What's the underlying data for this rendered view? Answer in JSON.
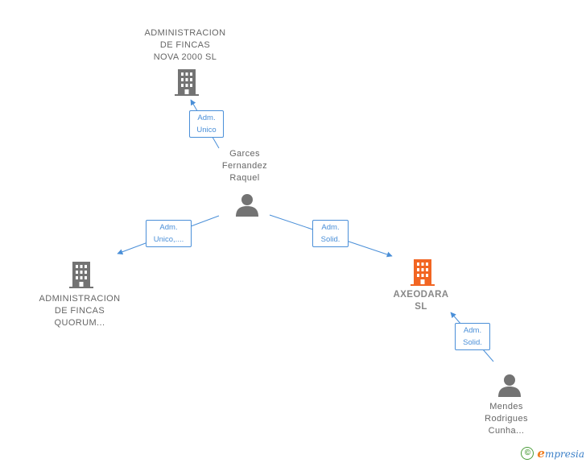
{
  "nodes": {
    "admin_nova": {
      "label": "ADMINISTRACION\nDE FINCAS\nNOVA 2000  SL",
      "type": "company"
    },
    "garces": {
      "label": "Garces\nFernandez\nRaquel",
      "type": "person"
    },
    "admin_quorum": {
      "label": "ADMINISTRACION\nDE FINCAS\nQUORUM...",
      "type": "company"
    },
    "axeodara": {
      "label": "AXEODARA\nSL",
      "type": "company",
      "highlight": true
    },
    "mendes": {
      "label": "Mendes\nRodrigues\nCunha...",
      "type": "person"
    }
  },
  "edges": {
    "garces_to_nova": {
      "label": "Adm.\nUnico"
    },
    "garces_to_quorum": {
      "label": "Adm.\nUnico,...."
    },
    "garces_to_axeodara": {
      "label": "Adm.\nSolid."
    },
    "mendes_to_axeodara": {
      "label": "Adm.\nSolid."
    }
  },
  "brand": {
    "copyright_symbol": "©",
    "initial": "e",
    "name": "mpresia"
  },
  "colors": {
    "company_icon": "#737373",
    "highlight_icon": "#f26522",
    "person_icon": "#737373",
    "edge": "#4a8fd8",
    "label_text": "#666666"
  }
}
